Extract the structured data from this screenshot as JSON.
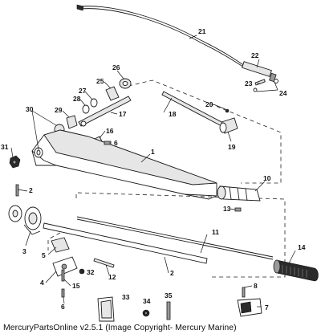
{
  "footer": {
    "copyright": "MercuryPartsOnline v2.5.1 (Image Copyright- Mercury Marine)"
  },
  "callouts": {
    "c1": "1",
    "c2a": "2",
    "c2b": "2",
    "c3": "3",
    "c4": "4",
    "c5": "5",
    "c6a": "6",
    "c6b": "6",
    "c7": "7",
    "c8": "8",
    "c10": "10",
    "c11": "11",
    "c12": "12",
    "c13": "13",
    "c14": "14",
    "c15": "15",
    "c16": "16",
    "c17": "17",
    "c18": "18",
    "c19": "19",
    "c20": "20",
    "c21": "21",
    "c22": "22",
    "c23": "23",
    "c24": "24",
    "c25": "25",
    "c26": "26",
    "c27": "27",
    "c28": "28",
    "c29": "29",
    "c30": "30",
    "c31": "31",
    "c32": "32",
    "c33": "33",
    "c34": "34",
    "c35": "35"
  }
}
